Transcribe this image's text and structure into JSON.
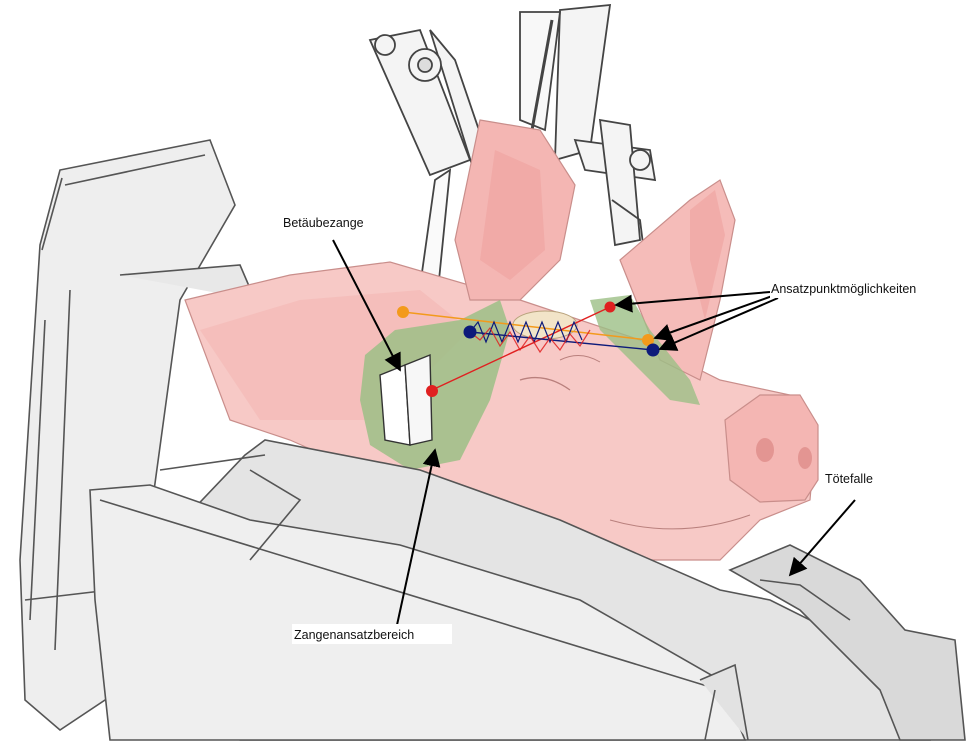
{
  "labels": {
    "tongs": "Betäubezange",
    "attachment_points": "Ansatzpunktmöglichkeiten",
    "trap": "Tötefalle",
    "tong_area": "Zangenansatzbereich"
  },
  "colors": {
    "pig_skin": "#f7c9c6",
    "pig_shade": "#eaa6a3",
    "tong_zone": "#9cbf86",
    "marker_red": "#e02020",
    "marker_orange": "#f39a1c",
    "marker_blue": "#0d1a7a",
    "machine_gray": "#e6e6e6",
    "outline": "#555555"
  },
  "icons": {
    "arrow": "arrow-icon",
    "coil": "coil-spring-icon"
  }
}
